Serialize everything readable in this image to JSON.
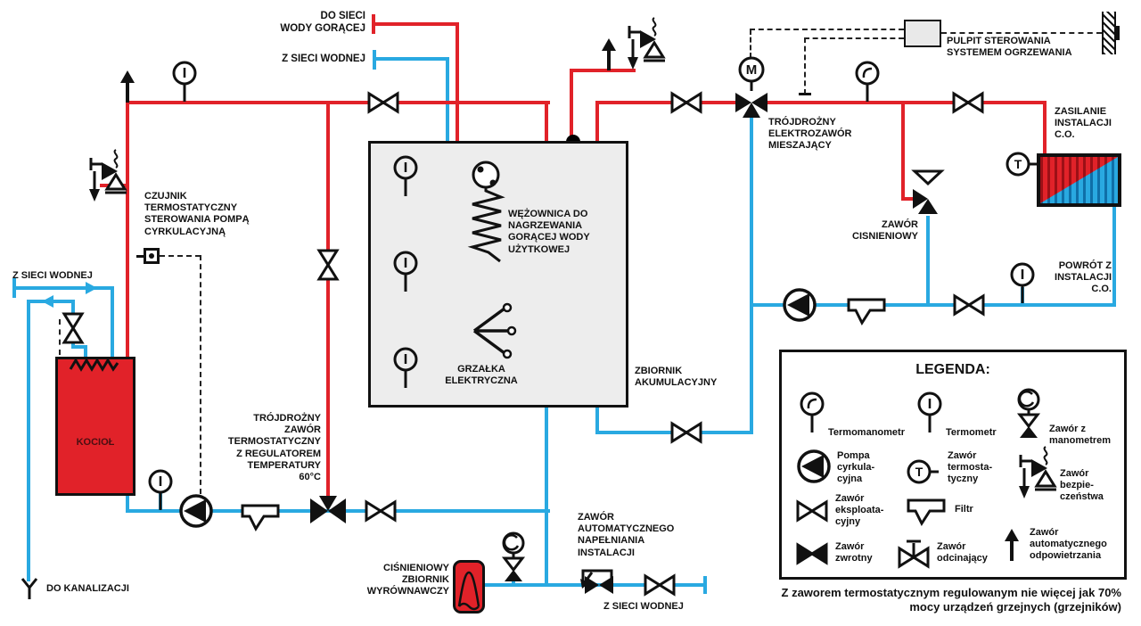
{
  "colors": {
    "hot": "#e12229",
    "cold": "#29a9e1",
    "tank_fill": "#ededed",
    "panel_fill": "#e9e9e9"
  },
  "labels": {
    "do_sieci_wody_goracej": "DO SIECI\nWODY GORĄCEJ",
    "z_sieci_wodnej_top": "Z SIECI WODNEJ",
    "pulpit": "PULPIT STEROWANIA\nSYSTEMEM OGRZEWANIA",
    "trojdrozny_elektrozawor": "TRÓJDROŻNY\nELEKTROZAWÓR\nMIESZAJĄCY",
    "zasilanie": "ZASILANIE\nINSTALACJI\nC.O.",
    "czujnik": "CZUJNIK\nTERMOSTATYCZNY\nSTEROWANIA POMPĄ\nCYRKULACYJNĄ",
    "z_sieci_wodnej_left": "Z SIECI WODNEJ",
    "wezownica": "WĘŻOWNICA DO\nNAGRZEWANIA\nGORĄCEJ WODY\nUŻYTKOWEJ",
    "zbiornik_akumulacyjny": "ZBIORNIK\nAKUMULACYJNY",
    "zawor_cisnieniowy": "ZAWÓR\nCISNIENIOWY",
    "powrot": "POWRÓT Z\nINSTALACJI\nC.O.",
    "grzalka": "GRZAŁKA\nELEKTRYCZNA",
    "kociol": "KOCIOŁ",
    "trojdrozny_zawor_term": "TRÓJDROŻNY\nZAWÓR\nTERMOSTATYCZNY\nZ REGULATOREM\nTEMPERATURY\n60°C",
    "do_kanalizacji": "DO KANALIZACJI",
    "cisnieniowy_zbiornik": "CIŚNIENIOWY\nZBIORNIK\nWYRÓWNAWCZY",
    "zawor_auto_napelniania": "ZAWÓR\nAUTOMATYCZNEGO\nNAPEŁNIANIA\nINSTALACJI",
    "z_sieci_wodnej_bottom": "Z SIECI WODNEJ"
  },
  "legend": {
    "title": "LEGENDA:",
    "items": [
      {
        "id": "termomanometr",
        "label": "Termomanometr"
      },
      {
        "id": "termometr",
        "label": "Termometr"
      },
      {
        "id": "zawor_z_manometrem",
        "label": "Zawór z\nmanometrem"
      },
      {
        "id": "pompa_cyrkulacyjna",
        "label": "Pompa\ncyrkula-\ncyjna"
      },
      {
        "id": "zawor_termostatyczny",
        "label": "Zawór\ntermosta-\ntyczny"
      },
      {
        "id": "zawor_bezpieczenstwa",
        "label": "Zawór\nbezpie-\nczeństwa"
      },
      {
        "id": "zawor_eksploatacyjny",
        "label": "Zawór\neksploata-\ncyjny"
      },
      {
        "id": "filtr",
        "label": "Filtr"
      },
      {
        "id": "zawor_zwrotny",
        "label": "Zawór\nzwrotny"
      },
      {
        "id": "zawor_odcinajacy",
        "label": "Zawór\nodcinający"
      },
      {
        "id": "zawor_odpowietrzania",
        "label": "Zawór\nautomatycznego\nodpowietrzania"
      }
    ]
  },
  "note": "Z zaworem termostatycznym regulowanym nie więcej jak 70%\nmocy urządzeń grzejnych (grzejników)",
  "valve_motor_letter": "M",
  "thermo_letter": "T"
}
